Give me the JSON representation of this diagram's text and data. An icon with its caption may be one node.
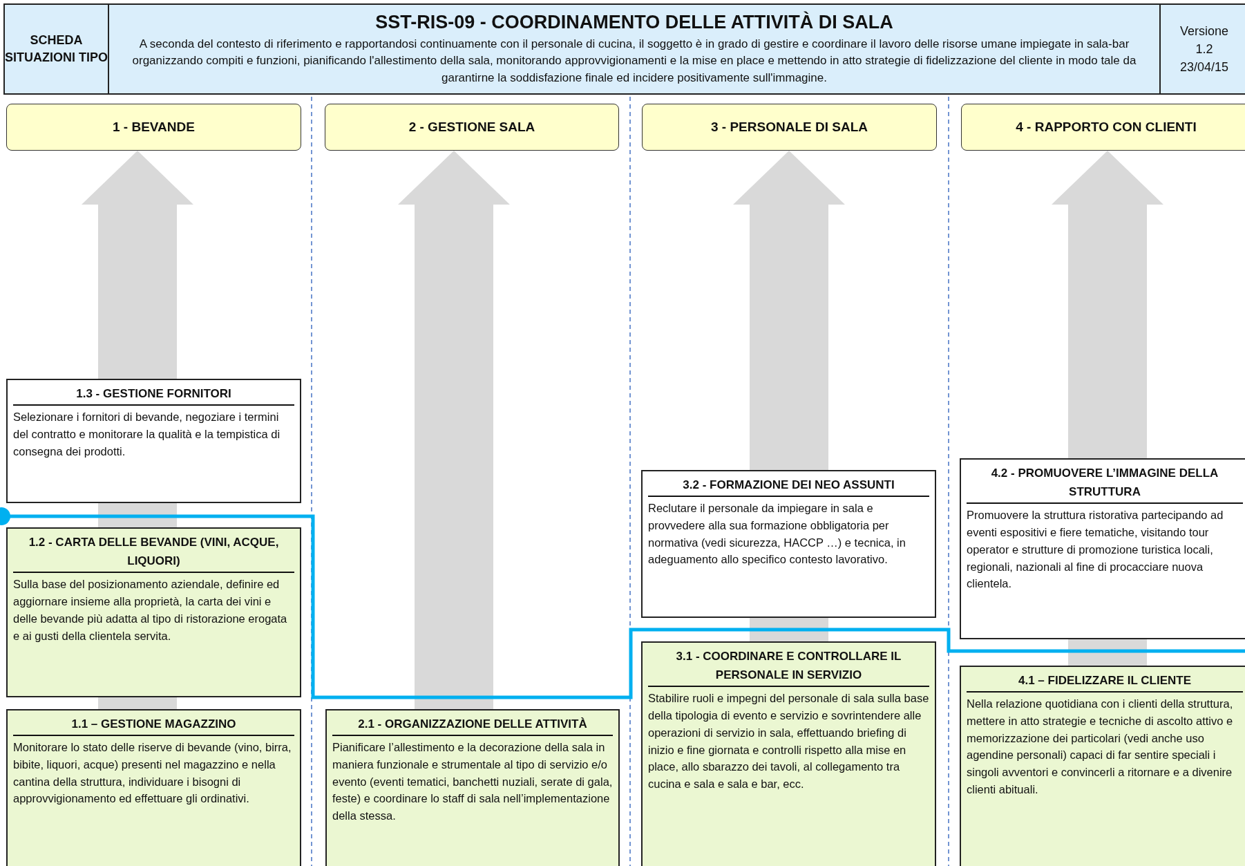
{
  "diagram": {
    "nodes": [
      {
        "text": [
          "SCHEDA SITUAZIONI TIPO"
        ]
      },
      {
        "text": [
          "SST-RIS-09 - COORDINAMENTO DELLE ATTIVITÀ DI SALA",
          "A seconda del contesto di riferimento e rapportandosi continuamente con il personale di cucina, il soggetto è in grado di gestire e coordinare il lavoro delle risorse umane impiegate in sala-bar organizzando compiti e funzioni, pianificando l'allestimento della sala, monitorando approvvigionamenti e la mise en place e mettendo in atto strategie di fidelizzazione del cliente in modo tale da garantirne la soddisfazione finale ed incidere positivamente sull'immagine."
        ]
      },
      {
        "text": [
          "Versione",
          "1.2",
          "23/04/15"
        ]
      },
      {
        "text": [
          "1 - BEVANDE"
        ]
      },
      {
        "text": [
          "2 - GESTIONE SALA"
        ]
      },
      {
        "text": [
          "3 - PERSONALE DI SALA"
        ]
      },
      {
        "text": [
          "4 - RAPPORTO CON CLIENTI"
        ]
      },
      {
        "text": [
          "1.3 - GESTIONE FORNITORI",
          "Selezionare i fornitori di bevande, negoziare i termini del contratto e monitorare la qualità e la tempistica di consegna dei prodotti."
        ]
      },
      {
        "text": [
          "1.2 - CARTA DELLE BEVANDE (VINI, ACQUE, LIQUORI)",
          "Sulla base del posizionamento aziendale, definire ed aggiornare insieme alla proprietà, la carta dei vini e delle bevande più adatta al tipo di ristorazione erogata e ai gusti della clientela servita."
        ]
      },
      {
        "text": [
          "1.1 – GESTIONE MAGAZZINO",
          "Monitorare lo stato delle riserve di bevande (vino, birra, bibite, liquori, acque) presenti nel magazzino e nella cantina della struttura, individuare i bisogni di approvvigionamento ed effettuare gli ordinativi."
        ]
      },
      {
        "text": [
          "2.1 - ORGANIZZAZIONE DELLE ATTIVITÀ",
          "Pianificare l’allestimento e la decorazione della sala in maniera funzionale e strumentale al tipo di servizio e/o evento (eventi tematici, banchetti nuziali, serate di gala, feste) e coordinare lo staff di sala nell’implementazione della stessa."
        ]
      },
      {
        "text": [
          "3.2 - FORMAZIONE DEI NEO ASSUNTI",
          "Reclutare il personale da impiegare in sala e provvedere alla sua formazione obbligatoria per normativa (vedi sicurezza, HACCP …) e tecnica, in adeguamento allo specifico contesto lavorativo."
        ]
      },
      {
        "text": [
          "3.1 - COORDINARE E CONTROLLARE IL PERSONALE IN SERVIZIO",
          "Stabilire ruoli e impegni del personale di sala sulla base della tipologia di evento e servizio e sovrintendere alle operazioni di servizio in sala, effettuando briefing di inizio e fine giornata e controlli rispetto alla mise en place, allo sbarazzo dei tavoli, al collegamento tra cucina e sala e sala e bar, ecc."
        ]
      },
      {
        "text": [
          "4.2 - PROMUOVERE L’IMMAGINE DELLA STRUTTURA",
          "Promuovere la struttura ristorativa partecipando ad eventi espositivi e fiere tematiche, visitando tour operator e strutture di promozione turistica locali, regionali, nazionali al fine di procacciare nuova clientela."
        ]
      },
      {
        "text": [
          "4.1 – FIDELIZZARE IL CLIENTE",
          "Nella relazione quotidiana con i clienti della struttura, mettere in atto strategie e tecniche di ascolto attivo e memorizzazione dei particolari (vedi anche uso agendine personali) capaci di far sentire speciali i singoli avventori e convincerli a ritornare e a divenire clienti abituali."
        ]
      }
    ],
    "edges": [
      {
        "from": null,
        "to": 3,
        "arrow": "to",
        "style": "thick"
      },
      {
        "from": null,
        "to": 4,
        "arrow": "to",
        "style": "thick"
      },
      {
        "from": null,
        "to": 5,
        "arrow": "to",
        "style": "thick"
      },
      {
        "from": null,
        "to": 6,
        "arrow": "to",
        "style": "thick"
      }
    ]
  }
}
